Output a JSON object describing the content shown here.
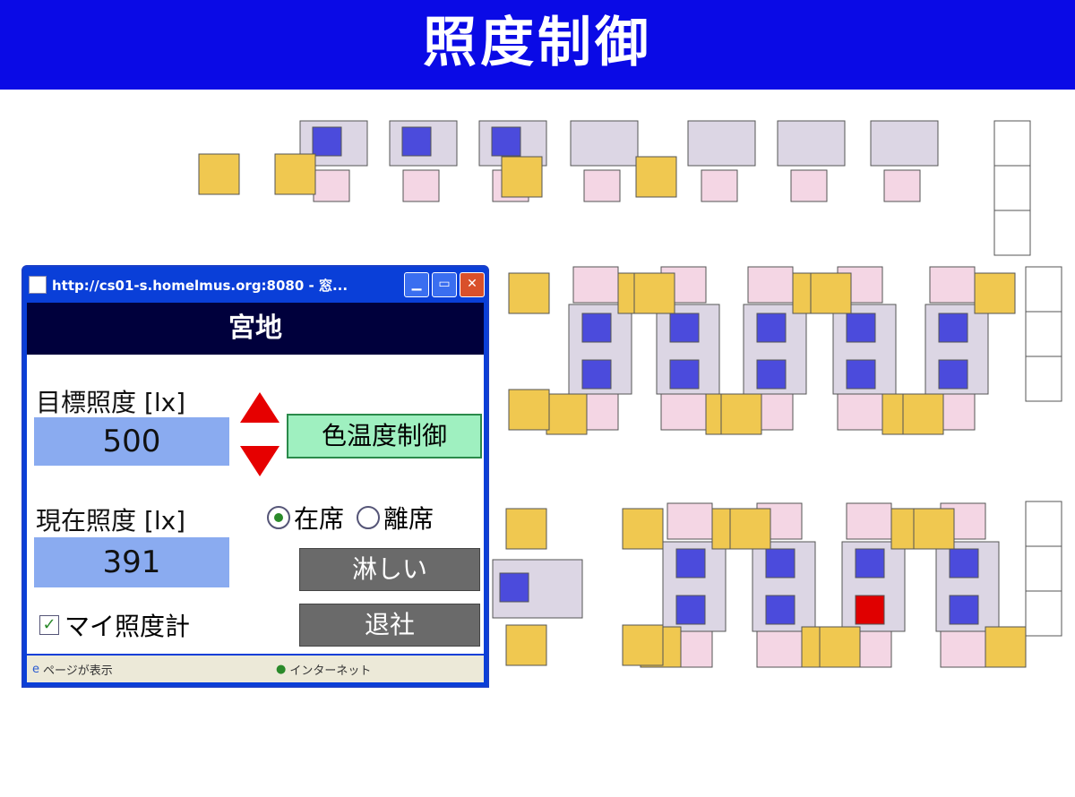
{
  "banner": {
    "title": "照度制御"
  },
  "browser": {
    "title": "http://cs01-s.homelmus.org:8080 - 窓...",
    "status_left": "ページが表示",
    "status_right": "インターネット"
  },
  "panel": {
    "user": "宮地",
    "target_label": "目標照度 [lx]",
    "target_value": "500",
    "current_label": "現在照度 [lx]",
    "current_value": "391",
    "color_temp_button": "色温度制御",
    "presence_options": [
      {
        "label": "在席",
        "selected": true
      },
      {
        "label": "離席",
        "selected": false
      }
    ],
    "lonely_button": "淋しい",
    "leave_button": "退社",
    "my_meter_label": "マイ照度計",
    "my_meter_checked": true
  },
  "colors": {
    "banner": "#0a0ae6",
    "monitor_on": "#4b4bdc",
    "monitor_alert": "#e00000",
    "chair": "#f4d6e4",
    "desk": "#dcd6e4",
    "cabinet": "#f0c850"
  }
}
